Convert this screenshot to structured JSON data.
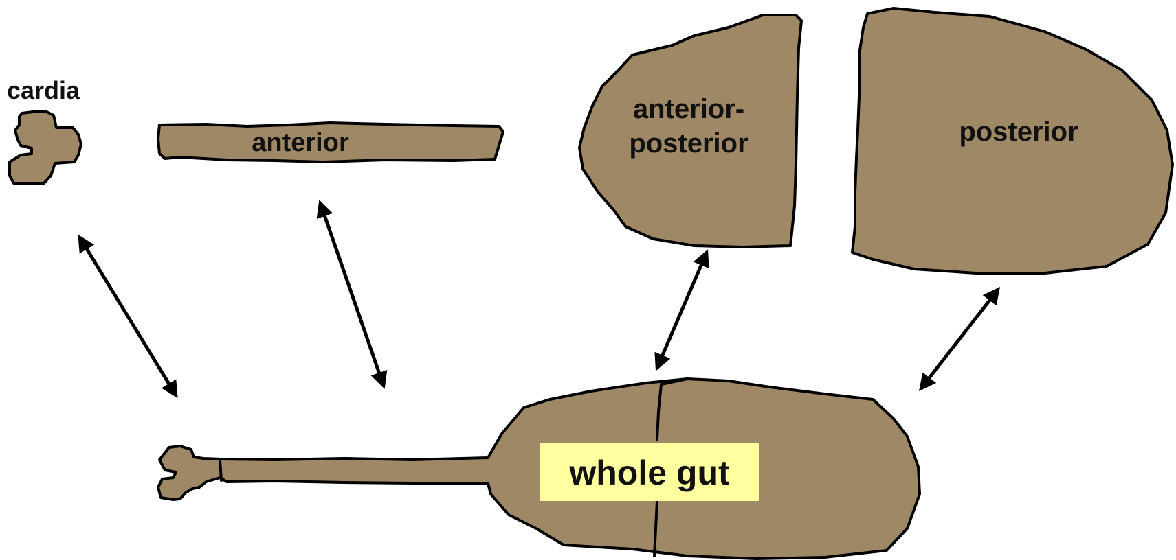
{
  "labels": {
    "cardia": "cardia",
    "anterior": "anterior",
    "anterior_posterior_line1": "anterior-",
    "anterior_posterior_line2": "posterior",
    "posterior": "posterior",
    "whole_gut": "whole gut"
  },
  "colors": {
    "tissue_fill": "#9e8866",
    "outline": "#000000",
    "highlight": "#ffffa0"
  }
}
